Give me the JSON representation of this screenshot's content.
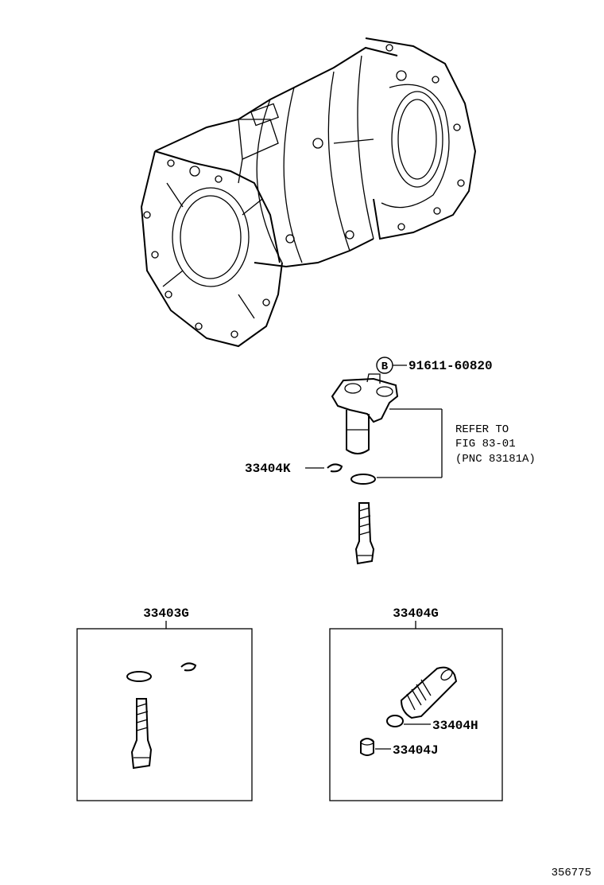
{
  "callouts": {
    "bolt_badge": "B",
    "bolt_part": "91611-60820",
    "refer_line1": "REFER TO",
    "refer_line2": "FIG 83-01",
    "refer_line3": "(PNC 83181A)",
    "oring_part": "33404K",
    "kit_left_part": "33403G",
    "kit_right_part": "33404G",
    "kit_right_oring": "33404H",
    "kit_right_seal": "33404J"
  },
  "footer": {
    "figure_id": "356775"
  }
}
